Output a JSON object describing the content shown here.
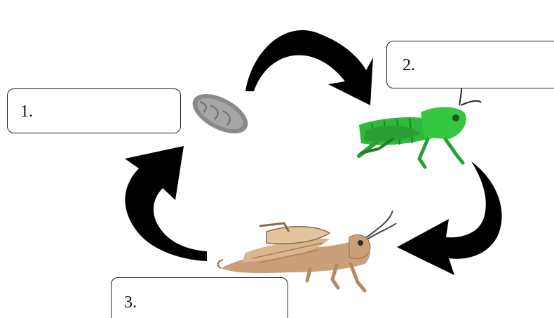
{
  "diagram": {
    "labels": [
      {
        "id": "stage-1",
        "text": "1."
      },
      {
        "id": "stage-2",
        "text": "2."
      },
      {
        "id": "stage-3",
        "text": "3."
      }
    ],
    "stages": [
      {
        "name": "egg-icon"
      },
      {
        "name": "nymph-grasshopper-icon"
      },
      {
        "name": "adult-grasshopper-icon"
      }
    ],
    "colors": {
      "arrow": "#000000",
      "egg": "#8a8a8a",
      "nymph": "#2fb83a",
      "adult": "#c9a07a",
      "outline": "#222222"
    }
  }
}
